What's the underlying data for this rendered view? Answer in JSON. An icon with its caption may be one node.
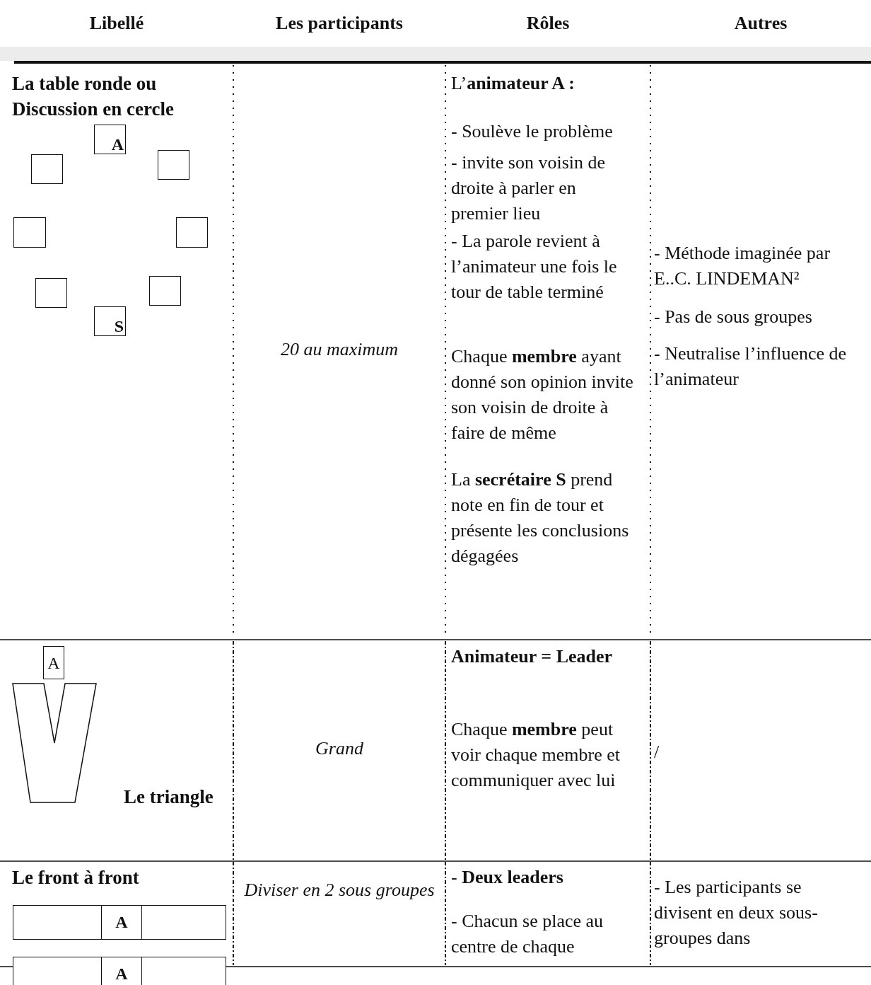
{
  "diagram": {
    "nodes": [
      {
        "text": [
          "A"
        ]
      },
      {
        "text": [],
        "shape": "box"
      },
      {
        "text": [],
        "shape": "box"
      },
      {
        "text": [],
        "shape": "box"
      },
      {
        "text": [],
        "shape": "box"
      },
      {
        "text": [],
        "shape": "box"
      },
      {
        "text": [],
        "shape": "box"
      },
      {
        "text": [
          "S"
        ]
      },
      {
        "text": [
          "A"
        ]
      },
      {
        "text": [],
        "shape": "box"
      },
      {
        "text": [
          "A"
        ],
        "in": 9
      },
      {
        "text": [],
        "shape": "box"
      },
      {
        "text": [
          "A"
        ],
        "in": 11
      }
    ],
    "labels": [
      "Libellé",
      "Les participants",
      "Rôles",
      "Autres",
      "La table ronde ou Discussion en cercle",
      "20 au maximum",
      "L’**animateur A :**",
      "- Soulève le problème",
      "- invite son voisin de droite à parler en premier lieu",
      "- La parole revient à l’animateur une fois le tour de table terminé",
      "Chaque **membre** ayant donné son opinion invite son voisin de droite à faire de même",
      "La **secrétaire S** prend note en fin de tour et présente les conclusions dégagées",
      "- Méthode imaginée par E..C. LINDEMAN²",
      "- Pas de sous groupes",
      "- Neutralise l’influence de l’animateur",
      "Le triangle",
      "Grand",
      "Animateur = Leader",
      "Chaque **membre** peut voir chaque membre et communiquer avec lui",
      "/",
      "Le front à front",
      "Diviser en 2 sous groupes",
      "- **Deux leaders**",
      "- Chacun se place au centre de chaque",
      "- Les participants se divisent en deux sous-groupes dans"
    ]
  }
}
